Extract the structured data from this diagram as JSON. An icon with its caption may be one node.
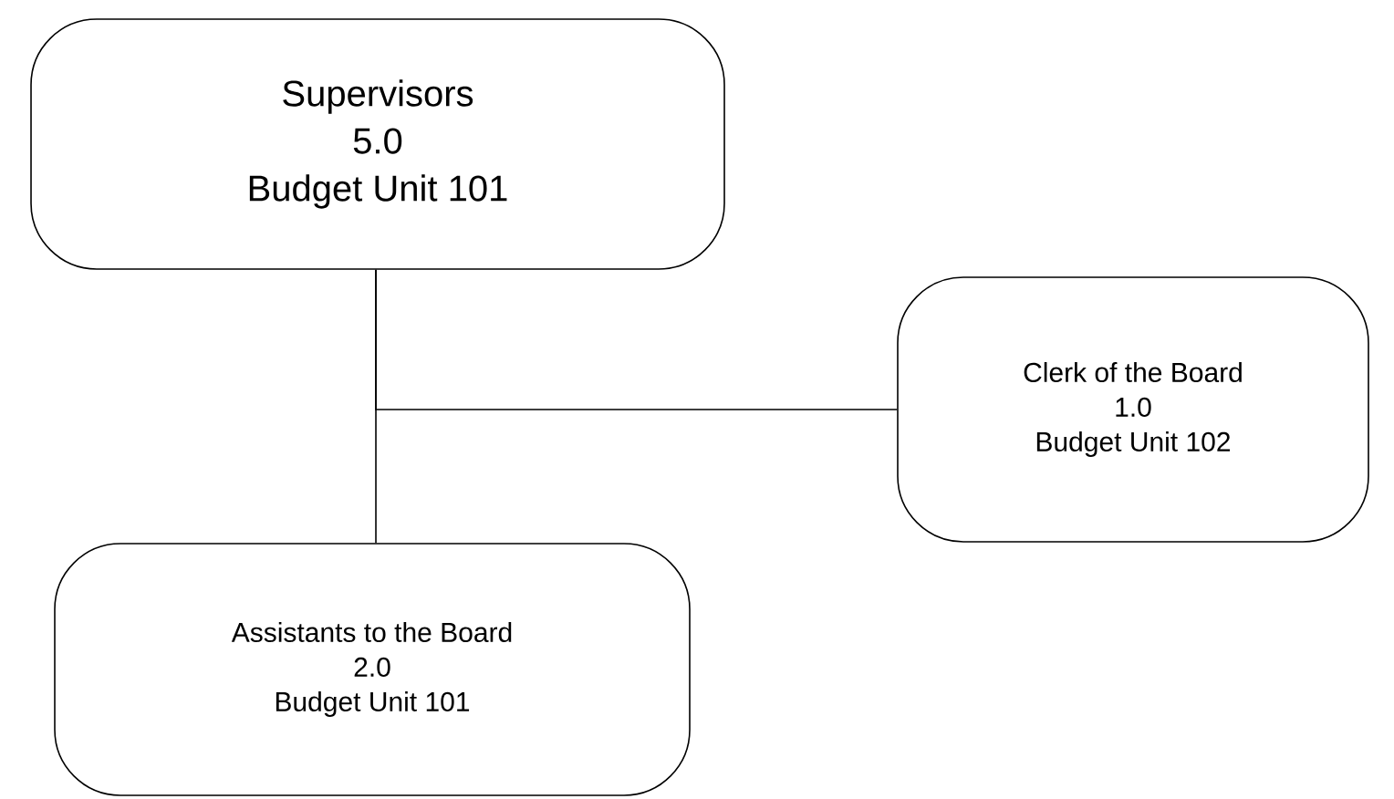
{
  "diagram": {
    "nodes": [
      {
        "text": [
          "Supervisors",
          "5.0",
          "Budget Unit 101"
        ]
      },
      {
        "text": [
          "Clerk of the Board",
          "1.0",
          "Budget Unit 102"
        ]
      },
      {
        "text": [
          "Assistants to the Board",
          "2.0",
          "Budget Unit 101"
        ]
      }
    ],
    "edges": [
      {
        "from": 0,
        "to": 2,
        "arrow": "none"
      },
      {
        "from": 0,
        "to": 1,
        "arrow": "none"
      }
    ]
  }
}
